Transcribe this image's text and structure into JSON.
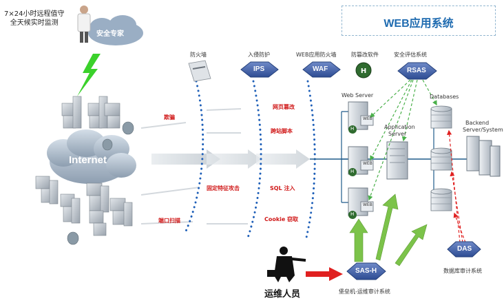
{
  "title": "WEB应用系统",
  "monitor": {
    "line1": "7×24小时远程值守",
    "line2": "全天候实时监测"
  },
  "expert": "安全专家",
  "internet": "Internet",
  "devices": {
    "firewall": "防火墙",
    "ips_label": "入侵防护",
    "ips": "IPS",
    "waf_label": "WEB应用防火墙",
    "waf": "WAF",
    "antitamper": "防篡改软件",
    "rsas_label": "安全评估系统",
    "rsas": "RSAS",
    "sash": "SAS-H",
    "sash_label": "堡垒机-运维审计系统",
    "das": "DAS",
    "das_label": "数据库审计系统"
  },
  "attacks": [
    "欺骗",
    "网页篡改",
    "跨站脚本",
    "固定特征攻击",
    "SQL 注入",
    "端口扫描",
    "Cookie 窃取"
  ],
  "servers": {
    "web": "Web Server",
    "app_line1": "Application",
    "app_line2": "Server",
    "db": "Databases",
    "backend_line1": "Backend",
    "backend_line2": "Server/System",
    "web_tag": "WEB",
    "h_tag": "H"
  },
  "ops": "运维人员",
  "colors": {
    "accent": "#1f6bb0",
    "attack": "#d01818",
    "green_arrow": "#7cc34a",
    "red_arrow": "#e02020",
    "dot_line": "#1e5fb8"
  }
}
